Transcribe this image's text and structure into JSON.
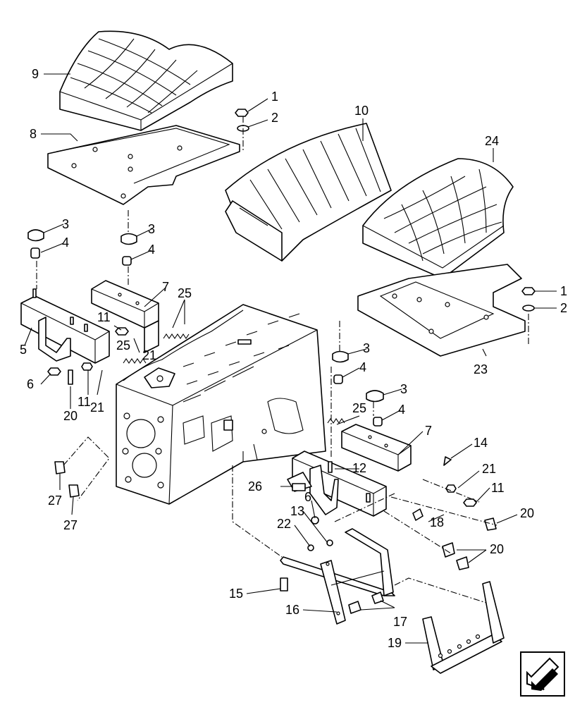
{
  "diagram": {
    "callouts": {
      "c1a": "1",
      "c1b": "1",
      "c2a": "2",
      "c2b": "2",
      "c3a": "3",
      "c3b": "3",
      "c3c": "3",
      "c3d": "3",
      "c4a": "4",
      "c4b": "4",
      "c4c": "4",
      "c4d": "4",
      "c5": "5",
      "c6a": "6",
      "c6b": "6",
      "c7a": "7",
      "c7b": "7",
      "c8": "8",
      "c9": "9",
      "c10": "10",
      "c11a": "11",
      "c11b": "11",
      "c11c": "11",
      "c12": "12",
      "c13": "13",
      "c14": "14",
      "c15": "15",
      "c16": "16",
      "c17": "17",
      "c18": "18",
      "c19": "19",
      "c20a": "20",
      "c20b": "20",
      "c20c": "20",
      "c21a": "21",
      "c21b": "21",
      "c21c": "21",
      "c22": "22",
      "c23": "23",
      "c24": "24",
      "c25a": "25",
      "c25b": "25",
      "c25c": "25",
      "c26": "26",
      "c27a": "27",
      "c27b": "27"
    }
  },
  "nav": {
    "icon": "next-page-arrow-icon"
  }
}
